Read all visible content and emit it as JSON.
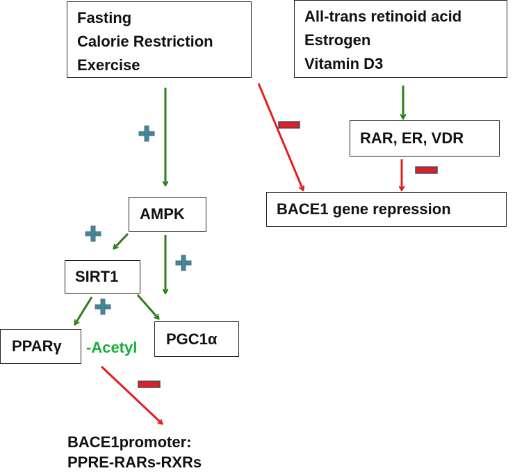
{
  "diagram": {
    "boxes": {
      "lifestyle": [
        "Fasting",
        "Calorie Restriction",
        "Exercise"
      ],
      "hormones": [
        "All-trans retinoid acid",
        "Estrogen",
        "Vitamin D3"
      ],
      "receptors": "RAR, ER, VDR",
      "repression": "BACE1 gene repression",
      "ampk": "AMPK",
      "sirt1": "SIRT1",
      "ppar": "PPARγ",
      "pgc1": "PGC1α"
    },
    "acetyl_label": "-Acetyl",
    "promoter": [
      "BACE1promoter:",
      "PPRE-RARs-RXRs"
    ],
    "edges": [
      {
        "from": "lifestyle",
        "to": "ampk",
        "effect": "+",
        "color": "#2e7d1a"
      },
      {
        "from": "lifestyle",
        "to": "repression",
        "effect": "-",
        "color": "#e02020"
      },
      {
        "from": "hormones",
        "to": "receptors",
        "effect": "",
        "color": "#2e7d1a"
      },
      {
        "from": "receptors",
        "to": "repression",
        "effect": "-",
        "color": "#e02020"
      },
      {
        "from": "ampk",
        "to": "sirt1",
        "effect": "+",
        "color": "#2e7d1a"
      },
      {
        "from": "ampk",
        "to": "pgc1",
        "effect": "+",
        "color": "#2e7d1a"
      },
      {
        "from": "sirt1",
        "to": "ppar",
        "effect": "+",
        "color": "#2e7d1a"
      },
      {
        "from": "sirt1",
        "to": "pgc1",
        "effect": "",
        "color": "#2e7d1a"
      },
      {
        "from": "acetyl",
        "to": "promoter",
        "effect": "-",
        "color": "#e02020"
      }
    ],
    "colors": {
      "activation_arrow": "#2e7d1a",
      "inhibition_arrow": "#e02020",
      "plus_sign": "#3d8a9a",
      "minus_sign": "#e02020",
      "acetyl_text": "#1aab3c"
    }
  }
}
